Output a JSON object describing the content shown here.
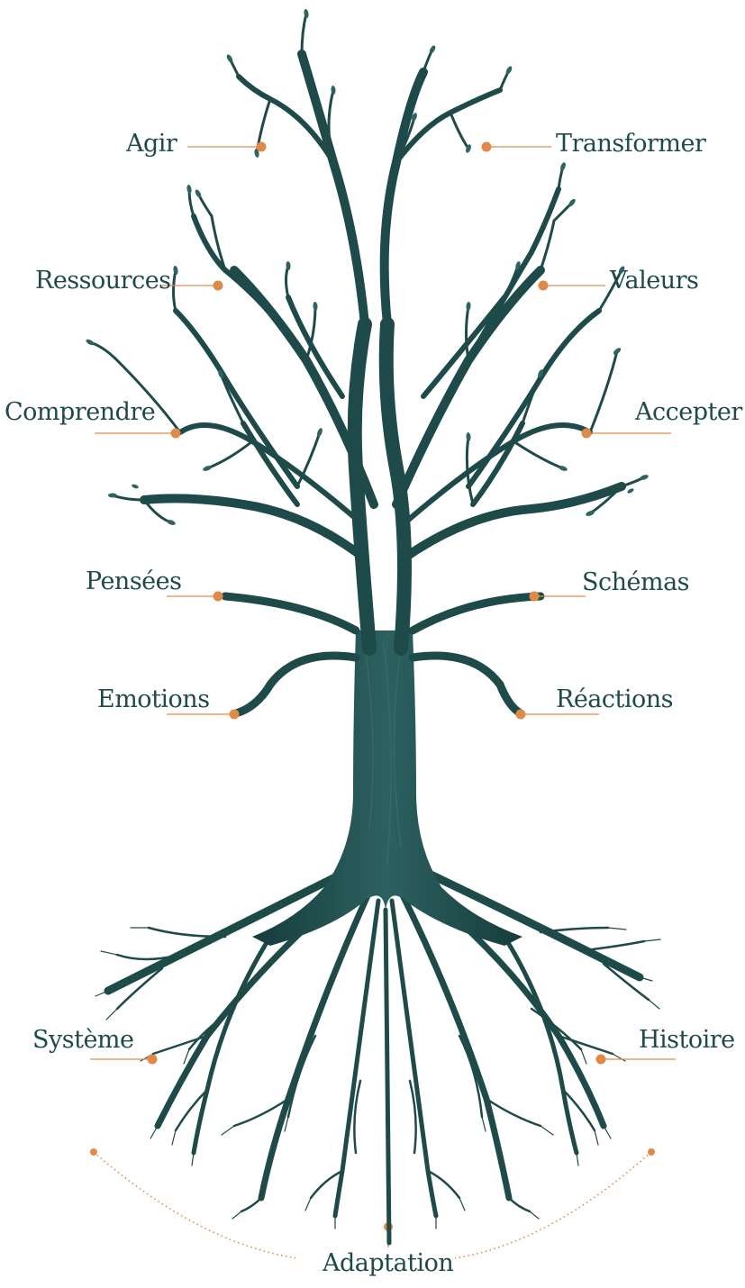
{
  "colors": {
    "trunk": "#1f4a4a",
    "trunk_light": "#2f6462",
    "accent": "#e08a4a",
    "label": "#1f4a4a"
  },
  "labels": {
    "agir": "Agir",
    "transformer": "Transformer",
    "ressources": "Ressources",
    "valeurs": "Valeurs",
    "comprendre": "Comprendre",
    "accepter": "Accepter",
    "pensees": "Pensées",
    "schemas": "Schémas",
    "emotions": "Emotions",
    "reactions": "Réactions",
    "systeme": "Système",
    "histoire": "Histoire",
    "adaptation": "Adaptation"
  },
  "icons": {
    "tree": "tree-icon",
    "marker": "dot-marker-icon"
  }
}
